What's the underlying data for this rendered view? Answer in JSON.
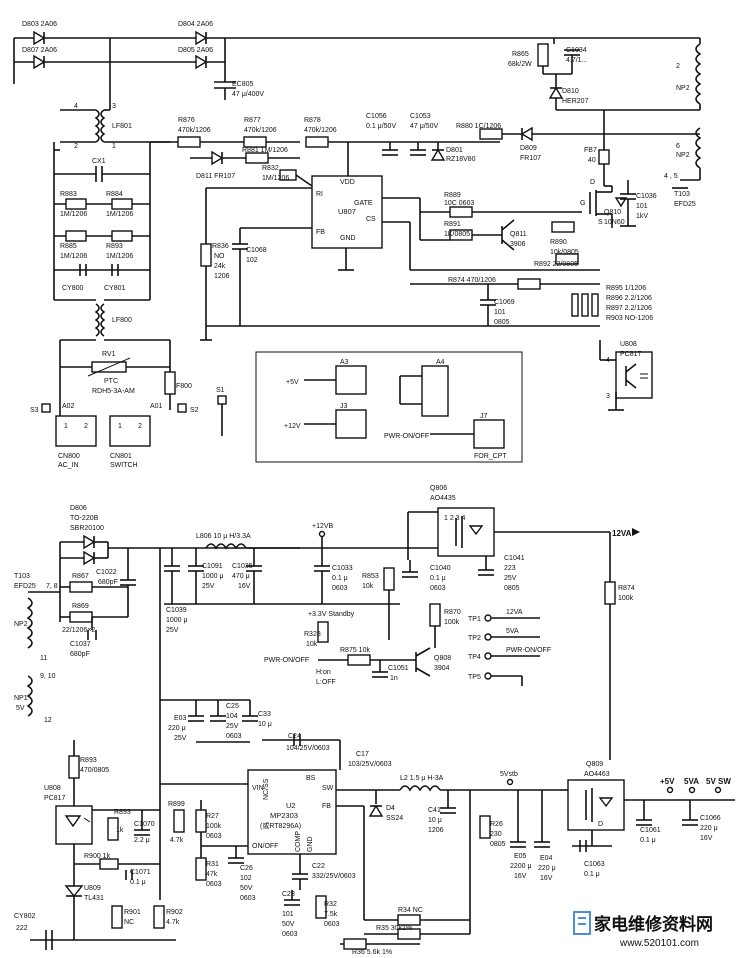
{
  "labels": {
    "D803": "D803 2A06",
    "D807": "D807 2A06",
    "D804": "D804 2A06",
    "D805": "D805 2A06",
    "EC805": "EC805",
    "EC805v": "47 μ/400V",
    "LF801": "LF801",
    "R876": "R876",
    "R876v": "470k/1206",
    "R877": "R877",
    "R877v": "470k/1206",
    "R878": "R878",
    "R878v": "470k/1206",
    "C1056": "C1056",
    "C1056v": "0.1 μ/50V",
    "C1053": "C1053",
    "C1053v": "47 μ/50V",
    "R880": "R880 1C/1206",
    "D809": "D809",
    "D809v": "FR107",
    "R865": "R865",
    "R865v": "68k/2W",
    "C1034": "C1034",
    "C1034v": "4.7/1...",
    "D810_top": "D810",
    "D810_topv": "HER207",
    "NP2a": "NP2",
    "NP2b": "NP2",
    "T103": "T103",
    "T103v": "EFD25",
    "CX1": "CX1",
    "R883": "R883",
    "R883v": "1M/1206",
    "R884": "R884",
    "R884v": "1M/1206",
    "R885": "R885",
    "R885v": "1M/1206",
    "R893": "R893",
    "R893v": "1M/1206",
    "CY800": "CY800",
    "CY801": "CY801",
    "D811": "D811 FR107",
    "R881": "R881 1M/1206",
    "R832": "R832",
    "R832v": "1M/1206",
    "U807": "U807",
    "VDD": "VDD",
    "GATE": "GATE",
    "CS": "CS",
    "RI": "RI",
    "FB": "FB",
    "GND": "GND",
    "D801": "D801",
    "D801v": "RZ18V80",
    "FB7": "FB7",
    "FB7v": "40",
    "Q810": "Q810",
    "Q810v": "10N60",
    "C1036": "C1036",
    "C1036v": "101",
    "C1036v2": "1kV",
    "R889": "R889",
    "R889v": "10C 0603",
    "R891": "R891",
    "R891v": "1K/0805",
    "Q811": "Q811",
    "Q811v": "3906",
    "R890": "R890",
    "R890v": "10k/0805",
    "R892": "R892 22/0805",
    "R836": "R836",
    "R836v": "NO",
    "R836v2": "24k",
    "R836v3": "1206",
    "C1068": "C1068",
    "C1068v": "102",
    "R874": "R874 470/1206",
    "C1069": "C1069",
    "C1069v": "101",
    "C1069v2": "0805",
    "R895": "R895 1/1206",
    "R896": "R896 2.2/1206",
    "R897": "R897 2.2/1206",
    "R903": "R903 NO-1206",
    "LF800": "LF800",
    "RV1": "RV1",
    "PTC": "PTC",
    "PTCv": "RDH5-3A-AM",
    "F800": "F800",
    "A02": "A02",
    "A01": "A01",
    "S3": "S3",
    "S2": "S2",
    "S1": "S1",
    "CN800": "CN800",
    "CN800v": "AC_IN",
    "CN801": "CN801",
    "CN801v": "SWITCH",
    "A3": "A3",
    "A4": "A4",
    "J3": "J3",
    "J7": "J7",
    "p5V": "+5V",
    "p12V": "+12V",
    "PWR": "PWR-ON/OFF",
    "FORCPT": "FOR_CPT",
    "U808": "U808",
    "U808v": "PC817",
    "D806": "D806",
    "D806v": "TO-220B",
    "D806v2": "SBR20100",
    "T103b": "T103",
    "T103bv": "EFD25",
    "R867": "R867",
    "R869": "R869",
    "R869v": "22/1206×2",
    "C1022": "C1022",
    "C1022v": "680pF",
    "C1037": "C1037",
    "C1037v": "680pF",
    "NP2c": "NP2",
    "NP1": "NP1",
    "NP1v": "5V",
    "L806": "L806 10 μ H/3.3A",
    "C1091": "C1091",
    "C1091v": "1000 μ",
    "C1091v2": "25V",
    "C1035": "C1035",
    "C1035v": "470 μ",
    "C1035v2": "16V",
    "C1039": "C1039",
    "C1039v": "1000 μ",
    "C1039v2": "25V",
    "p12VB": "+12VB",
    "C1033": "C1033",
    "C1033v": "0.1 μ",
    "C1033v2": "0603",
    "R853": "R853",
    "R853v": "10k",
    "Q806": "Q806",
    "Q806v": "AO4435",
    "C1040": "C1040",
    "C1040v": "0.1 μ",
    "C1040v2": "0603",
    "C1041": "C1041",
    "C1041v": "223",
    "C1041v2": "25V",
    "C1041v3": "0805",
    "v12VA": "12VA",
    "R874b": "R874",
    "R874bv": "100k",
    "R870": "R870",
    "R870v": "100k",
    "standby": "+3.3V Standby",
    "R328": "R328",
    "R328v": "10k",
    "R875": "R875 10k",
    "PWRb": "PWR-ON/OFF",
    "Hon": "H:on",
    "Loff": "L:OFF",
    "C1051": "C1051",
    "C1051v": "1n",
    "Q808": "Q808",
    "Q808v": "3904",
    "TP1": "TP1",
    "TP2": "TP2",
    "TP4": "TP4",
    "TP5": "TP5",
    "tp12": "12VA",
    "tp5": "5VA",
    "tppwr": "PWR-ON/OFF",
    "E03": "E03",
    "E03v": "220 μ",
    "E03v2": "25V",
    "C25": "C25",
    "C25v": "104",
    "C25v2": "25V",
    "C25v3": "0603",
    "C33": "C33",
    "C33v": "10 μ",
    "C24": "C24",
    "C24v": "104/25V/0603",
    "C17": "C17",
    "C17v": "103/25V/0603",
    "U2": "U2",
    "U2v": "MP2303",
    "U2v2": "(或RT8296A)",
    "VIN": "VIN",
    "NCSS": "NC/SS",
    "BS": "BS",
    "SW": "SW",
    "FBu": "FB",
    "ONOFF": "ON/OFF",
    "COMP": "COMP",
    "GNDu": "GND",
    "L2": "L2 1.5 μ H-3A",
    "D4": "D4",
    "D4v": "SS24",
    "C41": "C41",
    "C41v": "10 μ",
    "C41v2": "1206",
    "v5Vstb": "5Vstb",
    "R26": "R26",
    "R26v": "230",
    "R26v2": "0805",
    "E05": "E05",
    "E05v": "2200 μ",
    "E05v2": "16V",
    "E04": "E04",
    "E04v": "220 μ",
    "E04v2": "16V",
    "Q809": "Q809",
    "Q809v": "AO4463",
    "C1063": "C1063",
    "C1063v": "0.1 μ",
    "C1061": "C1061",
    "C1061v": "0.1 μ",
    "C1066": "C1066",
    "C1066v": "220 μ",
    "C1066v2": "16V",
    "out5V": "+5V",
    "out5VA": "5VA",
    "out5VSW": "5V SW",
    "R893b": "R893",
    "R893bv": "470/0805",
    "U808b": "U808",
    "U808bv": "PC817",
    "R893c": "R893",
    "R893cv": "1k",
    "C1070": "C1070",
    "C1070v": "2.2 μ",
    "R900": "R900 1k",
    "C1071": "C1071",
    "C1071v": "0.1 μ",
    "U809": "U809",
    "U809v": "TL431",
    "R901": "R901",
    "R901v": "NC",
    "R902": "R902",
    "R902v": "4.7k",
    "R899": "R899",
    "R899v": "4.7k",
    "R27": "R27",
    "R27v": "100k",
    "R27v2": "0603",
    "R31": "R31",
    "R31v": "47k",
    "R31v2": "0603",
    "C26": "C26",
    "C26v": "102",
    "C26v2": "50V",
    "C26v3": "0603",
    "C22": "C22",
    "C22v": "332/25V/0603",
    "C23": "C23",
    "C23v": "101",
    "C23v2": "50V",
    "C23v3": "0603",
    "R32": "R32",
    "R32v": "7.5k",
    "R32v2": "0603",
    "R34": "R34 NC",
    "R35": "R35 30k1%",
    "R36": "R36 5.6k 1%",
    "CY802": "CY802",
    "CY802v": "222"
  },
  "watermark": {
    "text": "家电维修资料网",
    "url": "www.520101.com"
  }
}
